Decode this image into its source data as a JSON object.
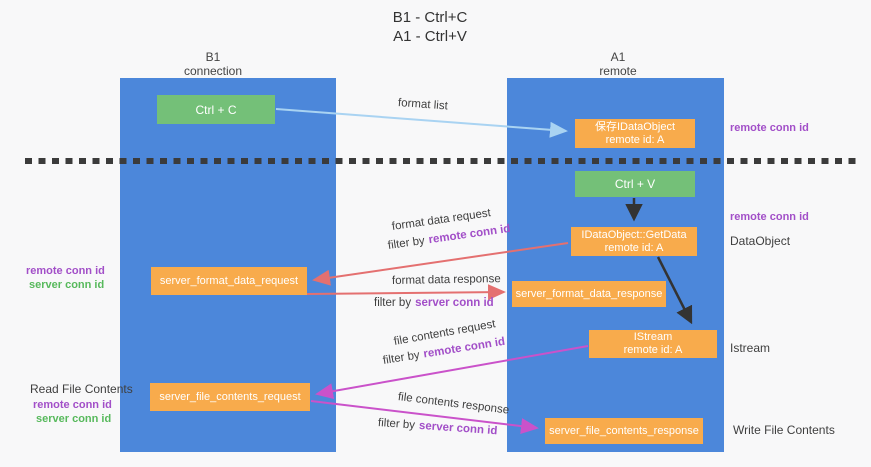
{
  "title": {
    "line1": "B1 - Ctrl+C",
    "line2": "A1 - Ctrl+V"
  },
  "columns": {
    "left": {
      "name": "B1",
      "subtitle": "connection"
    },
    "right": {
      "name": "A1",
      "subtitle": "remote"
    }
  },
  "nodes": {
    "ctrl_c": "Ctrl + C",
    "ctrl_v": "Ctrl + V",
    "save_dataobject": {
      "line1": "保存IDataObject",
      "line2": "remote id: A"
    },
    "getdata": {
      "line1": "IDataObject::GetData",
      "line2": "remote id: A"
    },
    "istream": {
      "line1": "IStream",
      "line2": "remote id: A"
    },
    "server_format_data_request": "server_format_data_request",
    "server_format_data_response": "server_format_data_response",
    "server_file_contents_request": "server_file_contents_request",
    "server_file_contents_response": "server_file_contents_response"
  },
  "edge_labels": {
    "format_list": "format list",
    "format_data_request": "format data request",
    "format_data_response": "format data response",
    "file_contents_request": "file contents request",
    "file_contents_response": "file contents response",
    "filter_by": "filter by",
    "remote_conn_id": "remote conn id",
    "server_conn_id": "server conn id"
  },
  "side_labels": {
    "remote_conn_id_top": "remote conn id",
    "remote_conn_id_mid": "remote conn id",
    "dataobject": "DataObject",
    "istream": "Istream",
    "write_file_contents": "Write File Contents",
    "read_file_contents": "Read File Contents",
    "left_remote_conn_id_1": "remote conn id",
    "left_server_conn_id_1": "server conn id",
    "left_remote_conn_id_2": "remote conn id",
    "left_server_conn_id_2": "server conn id"
  },
  "colors": {
    "lane_blue": "#4c87da",
    "box_green": "#74c078",
    "box_orange": "#f8ab4c",
    "arrow_light_blue": "#a9d3f2",
    "arrow_red": "#e47070",
    "arrow_magenta": "#ca52ca",
    "arrow_black": "#333333",
    "text_purple": "#a24fc8",
    "text_green": "#57b95c",
    "background": "#f8f8f9"
  }
}
